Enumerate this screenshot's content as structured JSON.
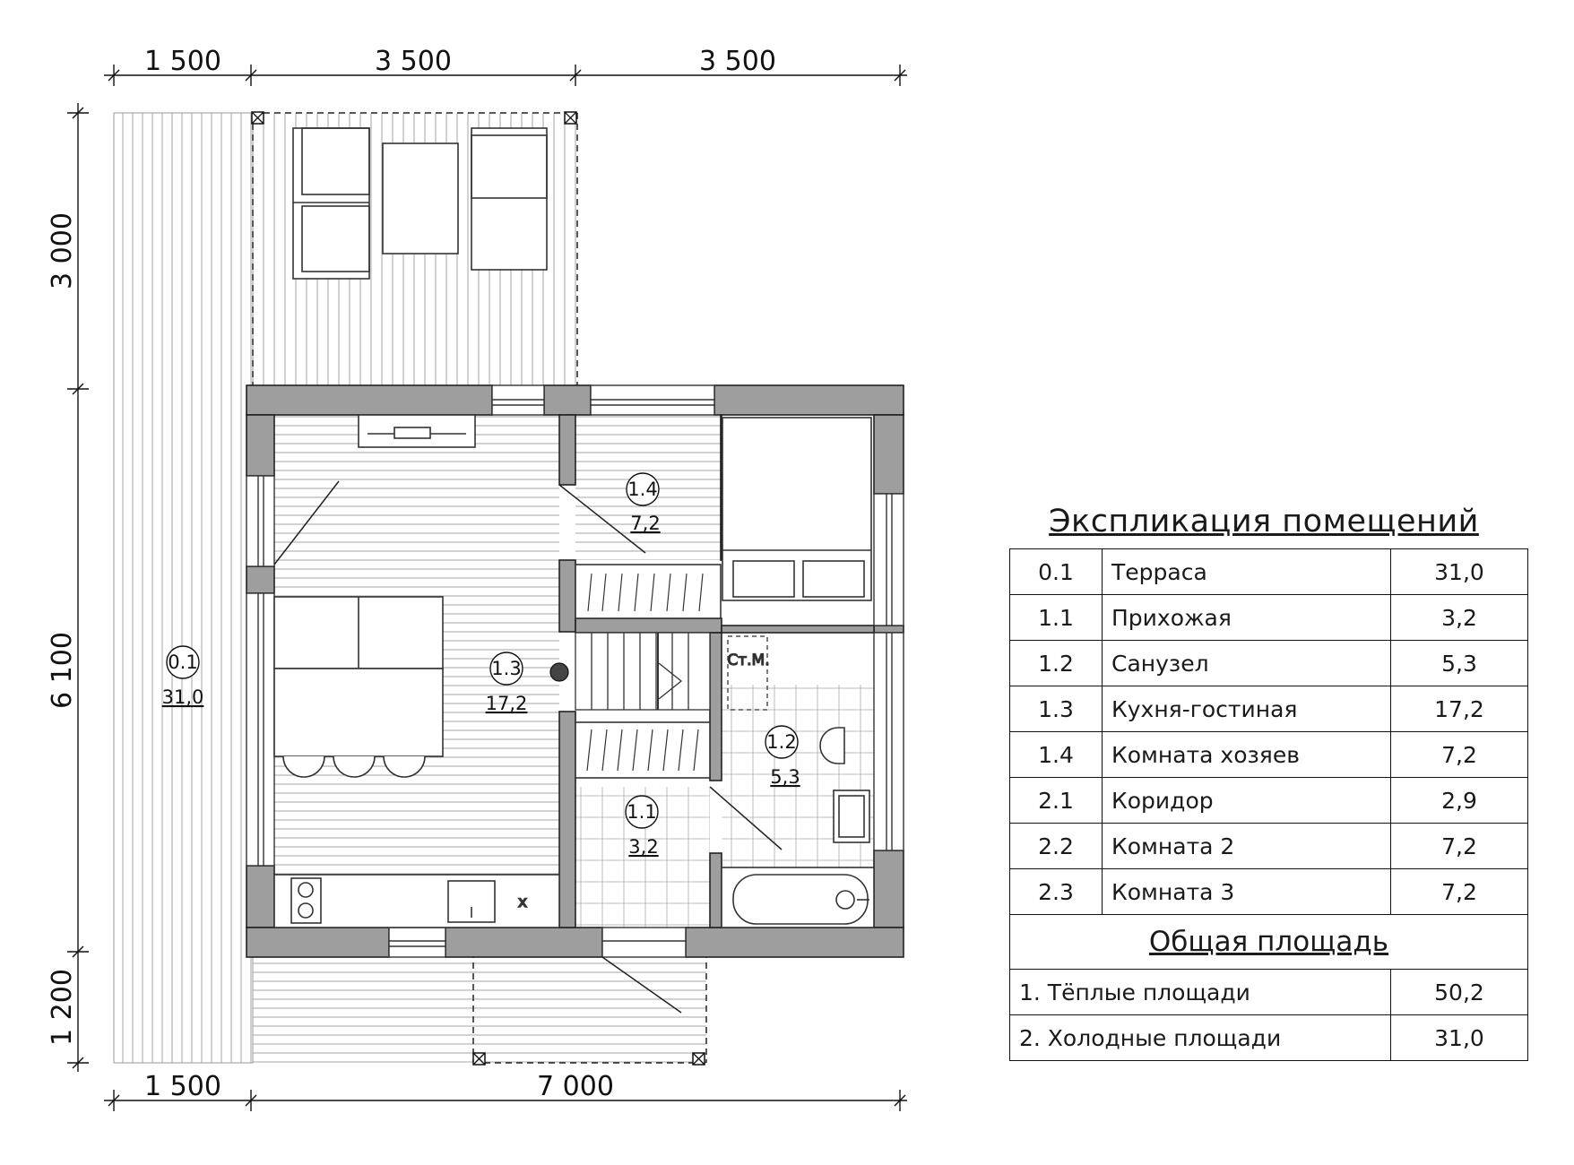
{
  "dimensions": {
    "top": [
      "1 500",
      "3 500",
      "3 500"
    ],
    "bottom": [
      "1 500",
      "7 000"
    ],
    "left": [
      "3 000",
      "6 100",
      "1 200"
    ]
  },
  "plan_labels": [
    {
      "num": "0.1",
      "area": "31,0"
    },
    {
      "num": "1.3",
      "area": "17,2"
    },
    {
      "num": "1.4",
      "area": "7,2"
    },
    {
      "num": "1.2",
      "area": "5,3"
    },
    {
      "num": "1.1",
      "area": "3,2"
    }
  ],
  "plan_misc": {
    "stm": "Ст.М."
  },
  "legend": {
    "title": "Экспликация помещений",
    "rows": [
      {
        "code": "0.1",
        "name": "Терраса",
        "area": "31,0"
      },
      {
        "code": "1.1",
        "name": "Прихожая",
        "area": "3,2"
      },
      {
        "code": "1.2",
        "name": "Санузел",
        "area": "5,3"
      },
      {
        "code": "1.3",
        "name": "Кухня-гостиная",
        "area": "17,2"
      },
      {
        "code": "1.4",
        "name": "Комната хозяев",
        "area": "7,2"
      },
      {
        "code": "2.1",
        "name": "Коридор",
        "area": "2,9"
      },
      {
        "code": "2.2",
        "name": "Комната 2",
        "area": "7,2"
      },
      {
        "code": "2.3",
        "name": "Комната 3",
        "area": "7,2"
      }
    ],
    "total_title": "Общая площадь",
    "totals": [
      {
        "name": "1. Тёплые площади",
        "area": "50,2"
      },
      {
        "name": "2. Холодные площади",
        "area": "31,0"
      }
    ]
  }
}
